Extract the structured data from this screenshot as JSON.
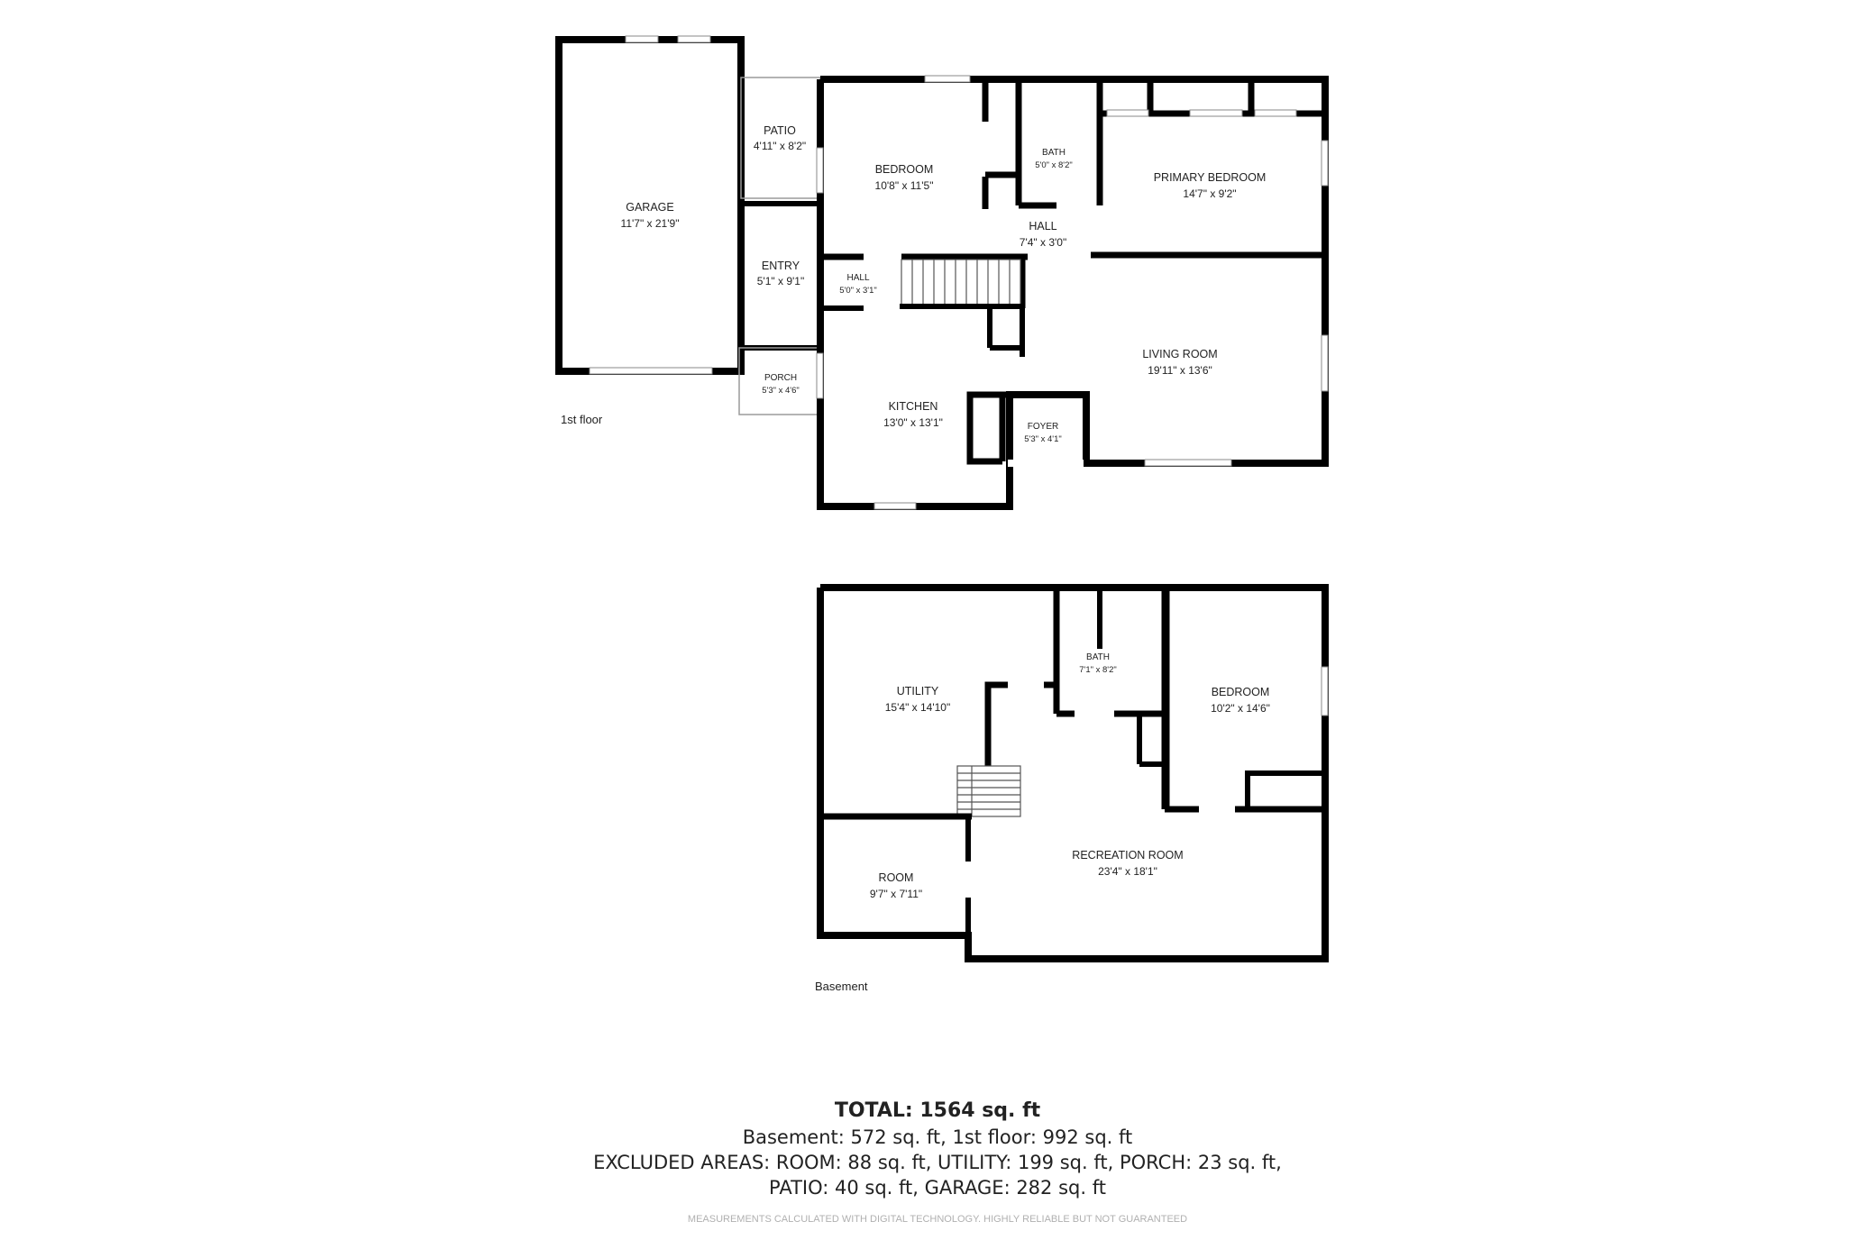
{
  "floors": {
    "first": {
      "label": "1st floor",
      "rooms": {
        "garage": {
          "name": "GARAGE",
          "dim": "11'7\" x 21'9\""
        },
        "patio": {
          "name": "PATIO",
          "dim": "4'11\" x 8'2\""
        },
        "entry": {
          "name": "ENTRY",
          "dim": "5'1\" x 9'1\""
        },
        "porch": {
          "name": "PORCH",
          "dim": "5'3\" x 4'6\""
        },
        "bedroom": {
          "name": "BEDROOM",
          "dim": "10'8\" x 11'5\""
        },
        "bath": {
          "name": "BATH",
          "dim": "5'0\" x 8'2\""
        },
        "primary_bedroom": {
          "name": "PRIMARY BEDROOM",
          "dim": "14'7\" x 9'2\""
        },
        "hall_upper": {
          "name": "HALL",
          "dim": "7'4\" x 3'0\""
        },
        "hall_small": {
          "name": "HALL",
          "dim": "5'0\" x 3'1\""
        },
        "living_room": {
          "name": "LIVING ROOM",
          "dim": "19'11\" x 13'6\""
        },
        "kitchen": {
          "name": "KITCHEN",
          "dim": "13'0\" x 13'1\""
        },
        "foyer": {
          "name": "FOYER",
          "dim": "5'3\" x 4'1\""
        }
      }
    },
    "basement": {
      "label": "Basement",
      "rooms": {
        "utility": {
          "name": "UTILITY",
          "dim": "15'4\" x 14'10\""
        },
        "bath": {
          "name": "BATH",
          "dim": "7'1\" x 8'2\""
        },
        "bedroom": {
          "name": "BEDROOM",
          "dim": "10'2\" x 14'6\""
        },
        "room": {
          "name": "ROOM",
          "dim": "9'7\" x 7'11\""
        },
        "recreation_room": {
          "name": "RECREATION ROOM",
          "dim": "23'4\" x 18'1\""
        }
      }
    }
  },
  "summary": {
    "total": "TOTAL: 1564 sq. ft",
    "line1": "Basement: 572 sq. ft, 1st floor: 992 sq. ft",
    "line2": "EXCLUDED AREAS: ROOM: 88 sq. ft, UTILITY: 199 sq. ft, PORCH: 23 sq. ft,",
    "line3": "PATIO: 40 sq. ft, GARAGE: 282 sq. ft"
  },
  "disclaimer": "MEASUREMENTS CALCULATED WITH DIGITAL TECHNOLOGY. HIGHLY RELIABLE BUT NOT GUARANTEED",
  "colors": {
    "wall": "#000000",
    "text": "#222222",
    "thin_line": "#9a9a9a"
  }
}
